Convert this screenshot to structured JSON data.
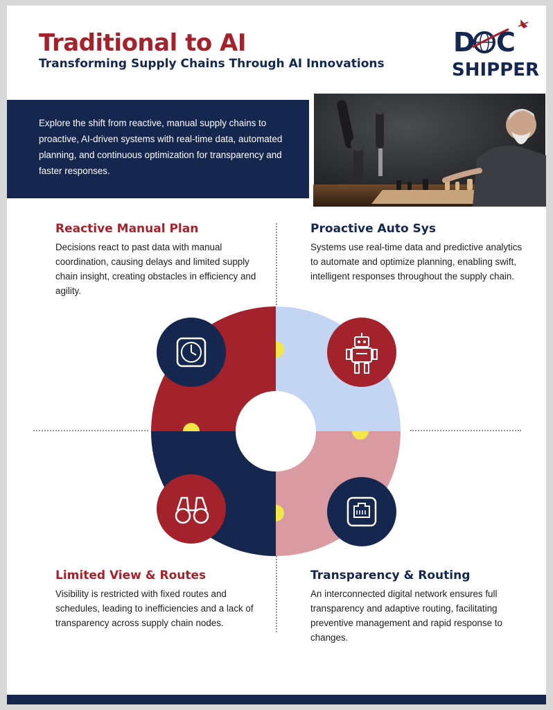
{
  "header": {
    "title": "Traditional to AI",
    "subtitle": "Transforming Supply Chains Through AI Innovations"
  },
  "logo": {
    "top_text": "DOC",
    "bottom_text": "SHIPPER"
  },
  "intro": {
    "text": "Explore the shift from reactive, manual supply chains to proactive, AI-driven systems with real-time data, automated planning, and continuous optimization for transparency and faster responses."
  },
  "sections": {
    "reactive": {
      "title": "Reactive Manual Plan",
      "text": "Decisions react to past data with manual coordination, causing delays and limited supply chain insight, creating obstacles in efficiency and agility."
    },
    "proactive": {
      "title": "Proactive Auto Sys",
      "text": "Systems use real-time data and predictive analytics to automate and optimize planning, enabling swift, intelligent responses throughout the supply chain."
    },
    "limited": {
      "title": "Limited View & Routes",
      "text": "Visibility is restricted with fixed routes and schedules, leading to inefficiencies and a lack of transparency across supply chain nodes."
    },
    "transparency": {
      "title": "Transparency & Routing",
      "text": "An interconnected digital network ensures full transparency and adaptive routing, facilitating preventive management and rapid response to changes."
    }
  },
  "colors": {
    "brand_red": "#a3222b",
    "brand_navy": "#15264f",
    "light_blue": "#c4d4f3",
    "rose": "#d99aa2",
    "accent_yellow": "#f3e64a"
  },
  "icons": {
    "top_left": "clock-icon",
    "top_right": "robot-icon",
    "bottom_left": "binoculars-icon",
    "bottom_right": "network-port-icon"
  }
}
